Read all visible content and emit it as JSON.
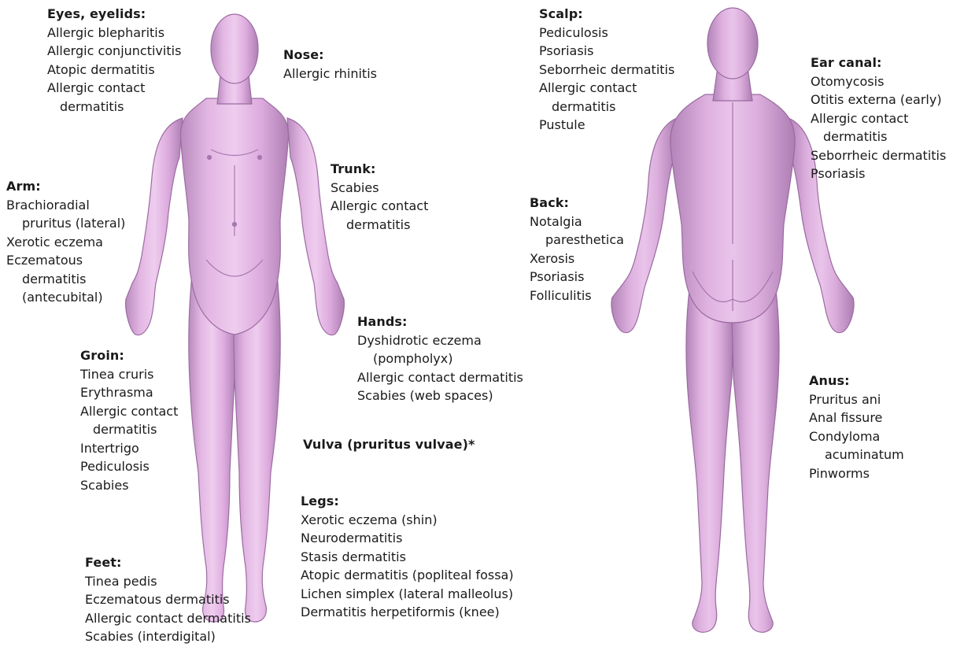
{
  "labels": {
    "eyes": {
      "heading": "Eyes, eyelids:",
      "items": [
        "Allergic blepharitis",
        "Allergic conjunctivitis",
        "Atopic dermatitis",
        "Allergic contact",
        "dermatitis"
      ]
    },
    "nose": {
      "heading": "Nose:",
      "items": [
        "Allergic rhinitis"
      ]
    },
    "arm": {
      "heading": "Arm:",
      "items": [
        "Brachioradial",
        "pruritus (lateral)",
        "Xerotic eczema",
        "Eczematous",
        "dermatitis",
        "(antecubital)"
      ]
    },
    "trunk": {
      "heading": "Trunk:",
      "items": [
        "Scabies",
        "Allergic contact",
        "dermatitis"
      ]
    },
    "groin": {
      "heading": "Groin:",
      "items": [
        "Tinea cruris",
        "Erythrasma",
        "Allergic contact",
        "dermatitis",
        "Intertrigo",
        "Pediculosis",
        "Scabies"
      ]
    },
    "hands": {
      "heading": "Hands:",
      "items": [
        "Dyshidrotic eczema",
        "(pompholyx)",
        "Allergic contact dermatitis",
        "Scabies (web spaces)"
      ]
    },
    "vulva": {
      "heading": "Vulva (pruritus vulvae)*"
    },
    "legs": {
      "heading": "Legs:",
      "items": [
        "Xerotic eczema (shin)",
        "Neurodermatitis",
        "Stasis dermatitis",
        "Atopic dermatitis (popliteal fossa)",
        "Lichen simplex (lateral malleolus)",
        "Dermatitis herpetiformis (knee)"
      ]
    },
    "feet": {
      "heading": "Feet:",
      "items": [
        "Tinea pedis",
        "Eczematous dermatitis",
        "Allergic contact dermatitis",
        "Scabies (interdigital)"
      ]
    },
    "scalp": {
      "heading": "Scalp:",
      "items": [
        "Pediculosis",
        "Psoriasis",
        "Seborrheic dermatitis",
        "Allergic contact",
        "dermatitis",
        "Pustule"
      ]
    },
    "ear": {
      "heading": "Ear canal:",
      "items": [
        "Otomycosis",
        "Otitis externa (early)",
        "Allergic contact",
        "dermatitis",
        "Seborrheic dermatitis",
        "Psoriasis"
      ]
    },
    "back": {
      "heading": "Back:",
      "items": [
        "Notalgia",
        "paresthetica",
        "Xerosis",
        "Psoriasis",
        "Folliculitis"
      ]
    },
    "anus": {
      "heading": "Anus:",
      "items": [
        "Pruritus ani",
        "Anal fissure",
        "Condyloma",
        "acuminatum",
        "Pinworms"
      ]
    }
  },
  "colors": {
    "skin": "#d9a3d9",
    "skin_light": "#ecc8ec",
    "skin_shadow": "#b07ab4",
    "outline": "#9a6aa0"
  },
  "icons": {
    "front_figure": "human-body-front-illustration",
    "back_figure": "human-body-back-illustration"
  }
}
